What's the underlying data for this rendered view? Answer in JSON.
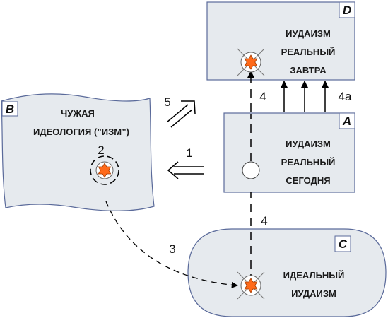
{
  "boxes": {
    "d": {
      "letter": "D",
      "lines": [
        "ИУДАИЗМ",
        "РЕАЛЬНЫЙ",
        "ЗАВТРА"
      ]
    },
    "a": {
      "letter": "A",
      "lines": [
        "ИУДАИЗМ",
        "РЕАЛЬНЫЙ",
        "СЕГОДНЯ"
      ]
    },
    "b": {
      "letter": "B",
      "lines": [
        "ЧУЖАЯ",
        "ИДЕОЛОГИЯ (”ИЗМ”)"
      ]
    },
    "c": {
      "letter": "C",
      "lines": [
        "ИДЕАЛЬНЫЙ",
        "ИУДАИЗМ"
      ]
    }
  },
  "numbers": {
    "n1": "1",
    "n2": "2",
    "n3": "3",
    "n4_upper": "4",
    "n4_lower": "4",
    "n4a": "4a",
    "n5": "5"
  },
  "colors": {
    "box_fill": "#e6eaee",
    "box_stroke": "#5a6a9a",
    "star": "#ff6a1a"
  },
  "icons": [
    "star-icon",
    "crossed-circle-icon",
    "double-arrow-icon"
  ]
}
